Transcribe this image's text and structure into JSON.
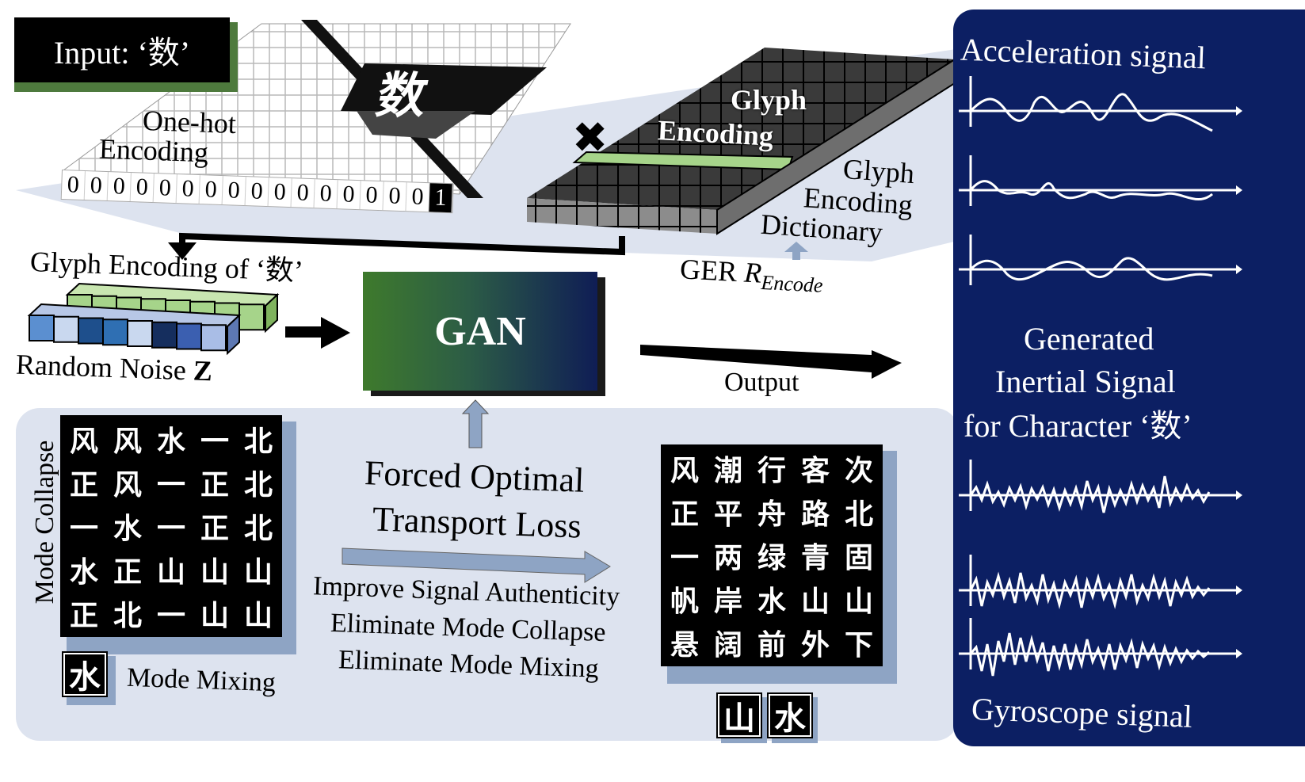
{
  "input_label": "Input: ‘数’",
  "one_hot": {
    "label_line1": "One-hot",
    "label_line2": "Encoding",
    "bits": [
      "0",
      "0",
      "0",
      "0",
      "0",
      "0",
      "0",
      "0",
      "0",
      "0",
      "0",
      "0",
      "0",
      "0",
      "0",
      "0",
      "1"
    ],
    "character": "数"
  },
  "multiply_symbol": "✖",
  "glyph_encoding_label_line1": "Glyph",
  "glyph_encoding_label_line2": "Encoding",
  "dictionary_label": {
    "line1": "Glyph",
    "line2": "Encoding",
    "line3": "Dictionary"
  },
  "ger_label": {
    "prefix": "GER ",
    "symbol": "R",
    "subscript": "Encode"
  },
  "glyph_encoding_of": "Glyph Encoding of ‘数’",
  "random_noise": {
    "text": "Random Noise ",
    "symbol": "Z"
  },
  "gan_label": "GAN",
  "output_label": "Output",
  "signals_panel": {
    "top_title": "Acceleration signal",
    "middle_line1": "Generated",
    "middle_line2": "Inertial Signal",
    "middle_line3": "for  Character ‘数’",
    "bottom_title": "Gyroscope signal"
  },
  "mode_collapse_label": "Mode Collapse",
  "left_grid": [
    [
      "风",
      "风",
      "水",
      "一",
      "北"
    ],
    [
      "正",
      "风",
      "一",
      "正",
      "北"
    ],
    [
      "一",
      "水",
      "一",
      "正",
      "北"
    ],
    [
      "水",
      "正",
      "山",
      "山",
      "山"
    ],
    [
      "正",
      "北",
      "一",
      "山",
      "山"
    ]
  ],
  "mixing_glyph": "水",
  "mode_mixing_label": "Mode Mixing",
  "loss_title_line1": "Forced Optimal",
  "loss_title_line2": "Transport Loss",
  "benefits": [
    "Improve Signal Authenticity",
    "Eliminate Mode Collapse",
    "Eliminate Mode Mixing"
  ],
  "right_grid": [
    [
      "风",
      "潮",
      "行",
      "客",
      "次"
    ],
    [
      "正",
      "平",
      "舟",
      "路",
      "北"
    ],
    [
      "一",
      "两",
      "绿",
      "青",
      "固"
    ],
    [
      "帆",
      "岸",
      "水",
      "山",
      "山"
    ],
    [
      "悬",
      "阔",
      "前",
      "外",
      "下"
    ]
  ],
  "extra_glyphs": [
    "山",
    "水"
  ],
  "colors": {
    "panel_bg": "#dde3ef",
    "signal_panel_bg": "#0c1f63",
    "gan_green": "#3e7a2c",
    "gan_navy": "#0f1d55",
    "encoding_green": "#a6d48a",
    "dictionary_grey": "#8c8c8c",
    "arrow_blue": "#8ea4c4"
  }
}
